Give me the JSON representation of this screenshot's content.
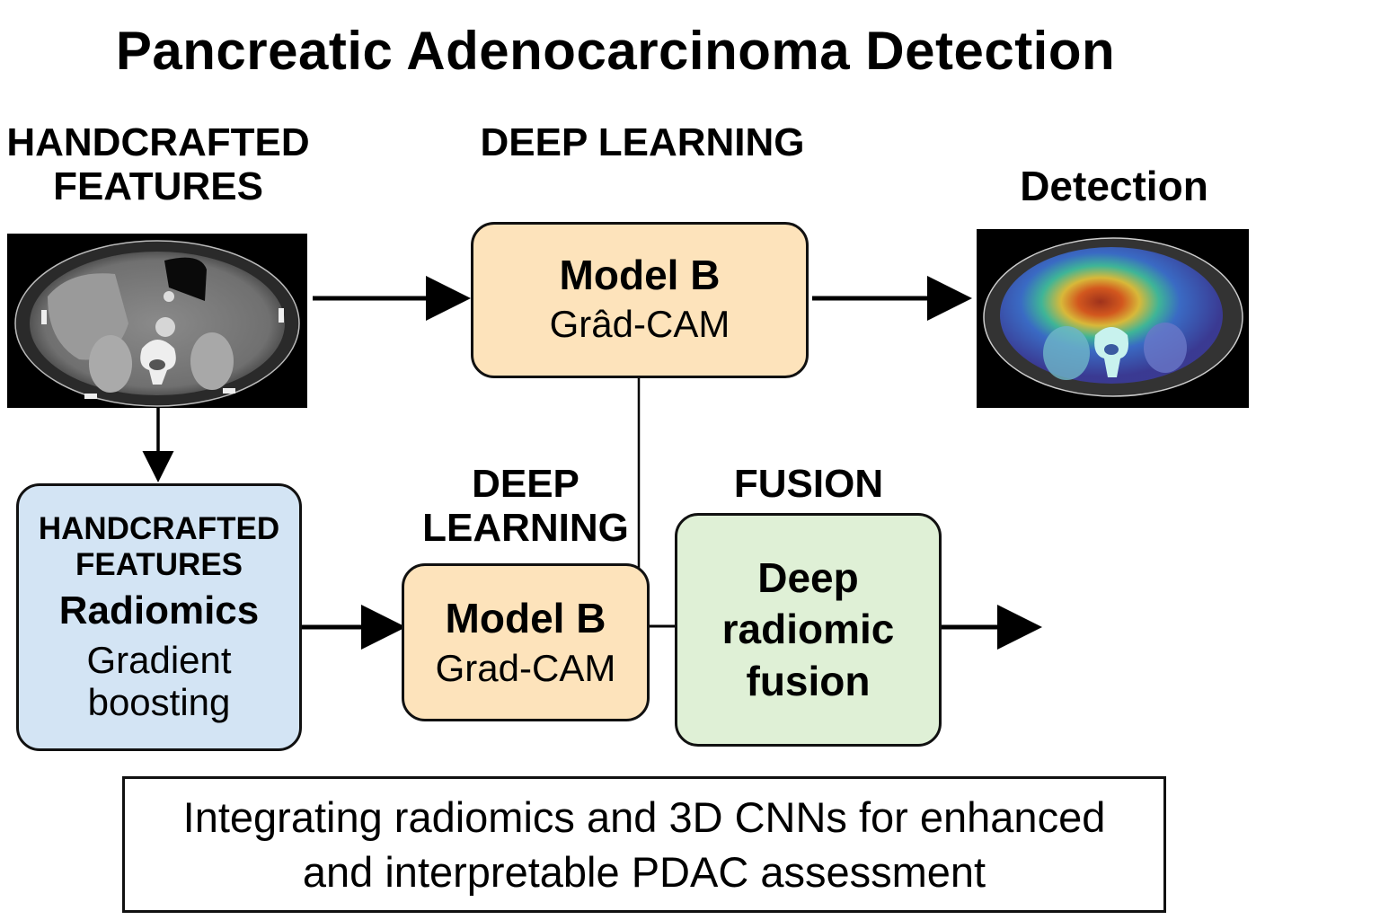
{
  "title": "Pancreatic Adenocarcinoma Detection",
  "section_labels": {
    "handcrafted_top": [
      "HANDCRAFTED",
      "FEATURES"
    ],
    "deep_learning_top": "DEEP LEARNING",
    "detection": "Detection",
    "deep_learning_mid": [
      "DEEP",
      "LEARNING"
    ],
    "fusion": "FUSION"
  },
  "nodes": {
    "model_b_top": {
      "title": "Model B",
      "subtitle": "Grâd-CAM"
    },
    "handcrafted_box": {
      "header": [
        "HANDCRAFTED",
        "FEATURES"
      ],
      "title": "Radiomics",
      "subtitle": [
        "Gradient",
        "boosting"
      ]
    },
    "model_b_mid": {
      "title": "Model B",
      "subtitle": "Grad-CAM"
    },
    "fusion_box": {
      "title": [
        "Deep",
        "radiomic",
        "fusion"
      ]
    }
  },
  "images": {
    "input_ct": "axial-ct-scan",
    "detection_ct": "ct-with-gradcam-heatmap"
  },
  "caption": [
    "Integrating radiomics and 3D CNNs for enhanced",
    "and interpretable PDAC assessment"
  ],
  "colors": {
    "model_box": "#fde3bb",
    "handcrafted_box": "#d3e4f4",
    "fusion_box": "#dff0d6"
  }
}
